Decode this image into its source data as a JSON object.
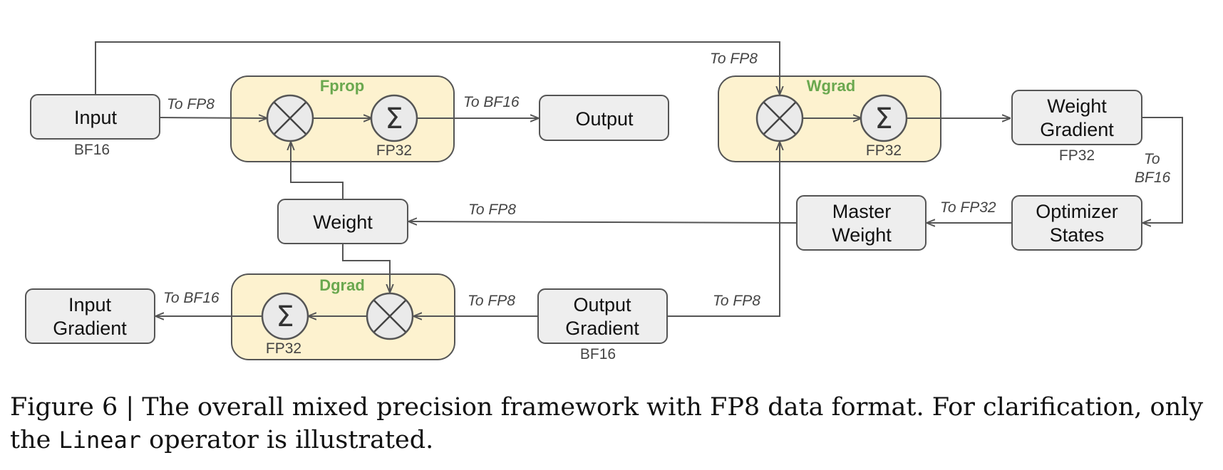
{
  "diagram": {
    "groups": {
      "fprop": "Fprop",
      "wgrad": "Wgrad",
      "dgrad": "Dgrad"
    },
    "nodes": {
      "input": {
        "label": [
          "Input"
        ],
        "dtype": "BF16"
      },
      "output": {
        "label": [
          "Output"
        ]
      },
      "weight": {
        "label": [
          "Weight"
        ]
      },
      "input_gradient": {
        "label": [
          "Input",
          "Gradient"
        ]
      },
      "output_gradient": {
        "label": [
          "Output",
          "Gradient"
        ],
        "dtype": "BF16"
      },
      "master_weight": {
        "label": [
          "Master",
          "Weight"
        ]
      },
      "optimizer_states": {
        "label": [
          "Optimizer",
          "States"
        ]
      },
      "weight_gradient": {
        "label": [
          "Weight",
          "Gradient"
        ],
        "dtype": "FP32"
      }
    },
    "operators": {
      "fprop_sum_dtype": "FP32",
      "wgrad_sum_dtype": "FP32",
      "dgrad_sum_dtype": "FP32",
      "sum_symbol": "Σ"
    },
    "edges": {
      "input_to_fprop": "To FP8",
      "fprop_to_output": "To BF16",
      "input_to_wgrad": "To FP8",
      "weight_grad_to_optimizer": [
        "To",
        "BF16"
      ],
      "optimizer_to_master": "To FP32",
      "master_to_weight": "To FP8",
      "dgrad_to_input_grad": "To BF16",
      "outgrad_to_dgrad": "To FP8",
      "outgrad_to_wgrad": "To FP8"
    }
  },
  "caption": {
    "prefix": "Figure 6 | The overall mixed precision framework with FP8 data format. For clarification, only the ",
    "code": "Linear",
    "suffix": " operator is illustrated."
  }
}
